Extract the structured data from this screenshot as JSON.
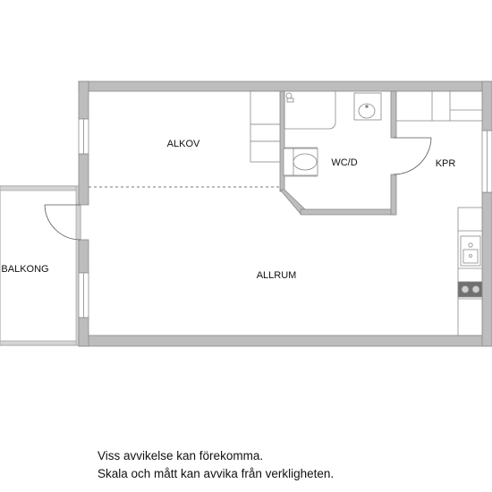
{
  "rooms": {
    "alkov": "ALKOV",
    "wcd": "WC/D",
    "kpr": "KPR",
    "balkong": "BALKONG",
    "allrum": "ALLRUM"
  },
  "disclaimer": {
    "line1": "Viss avvikelse kan förekomma.",
    "line2": "Skala och mått kan avvika från verkligheten."
  },
  "colors": {
    "wall": "#bdbdbd",
    "wall_edge": "#8a8a8a",
    "fixture": "#888888",
    "background": "#ffffff"
  }
}
